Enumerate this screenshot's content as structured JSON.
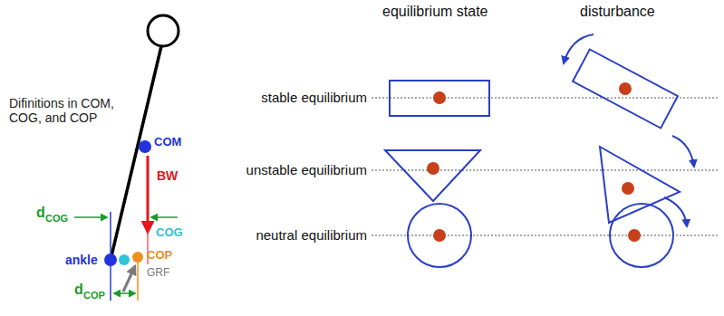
{
  "diagram": {
    "labels": [
      "Difinitions in COM, COG, and COP",
      "COM",
      "BW",
      "d",
      "COG",
      "COG",
      "ankle",
      "COP",
      "GRF",
      "d",
      "COP",
      "equilibrium state",
      "disturbance",
      "stable equilibrium",
      "unstable equilibrium",
      "neutral equilibrium"
    ]
  }
}
